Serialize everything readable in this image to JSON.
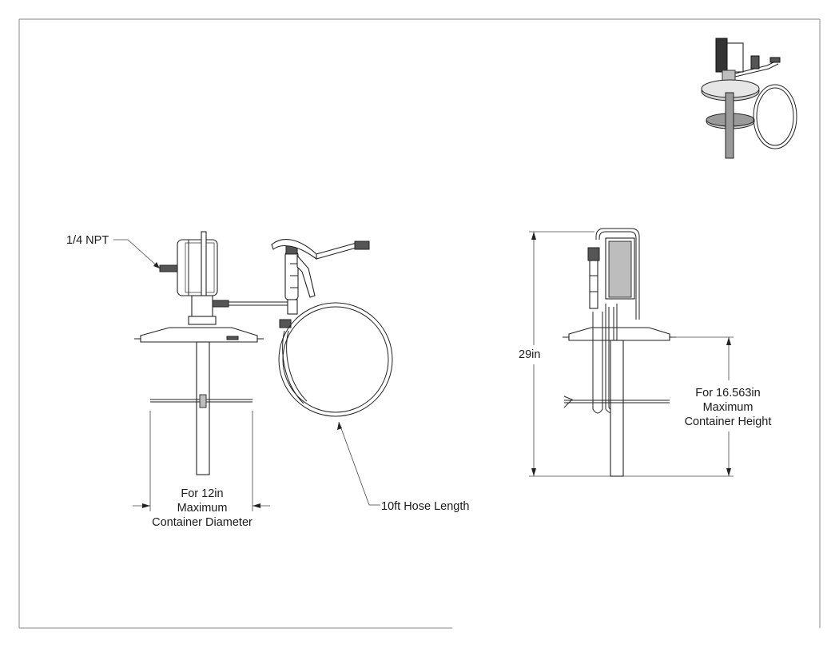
{
  "labels": {
    "port": "1/4 NPT",
    "diameter_line1": "For 12in",
    "diameter_line2": "Maximum",
    "diameter_line3": "Container Diameter",
    "hose": "10ft Hose Length",
    "height_total": "29in",
    "height_line1": "For 16.563in",
    "height_line2": "Maximum",
    "height_line3": "Container Height"
  }
}
